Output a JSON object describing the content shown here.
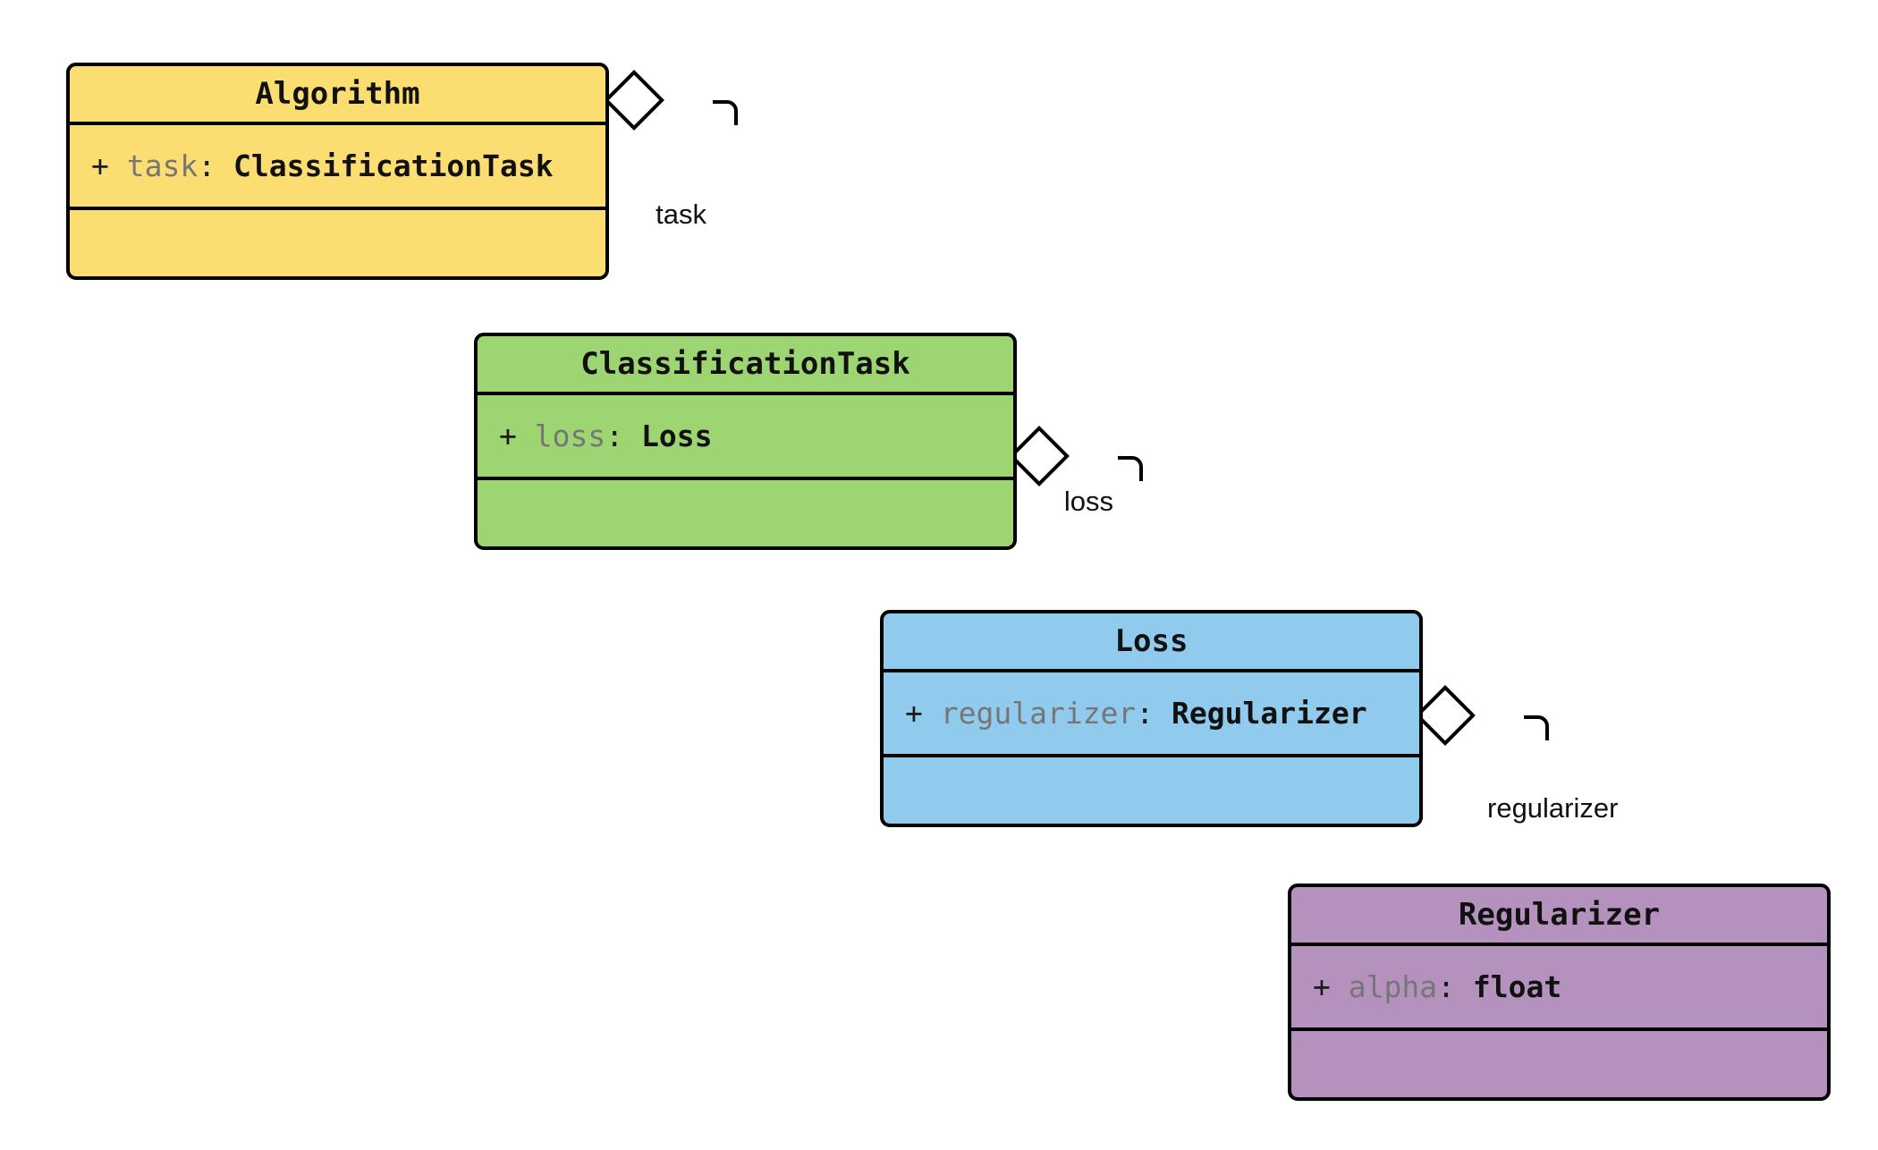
{
  "diagram": {
    "type": "uml-class-diagram",
    "background_color": "#ffffff",
    "border_color": "#000000",
    "classes": [
      {
        "id": "algorithm",
        "name": "Algorithm",
        "fill_color": "#FBDD72",
        "attributes": [
          {
            "visibility": "+",
            "name": "task",
            "separator": ":",
            "type": "ClassificationTask"
          }
        ],
        "operations": []
      },
      {
        "id": "classification-task",
        "name": "ClassificationTask",
        "fill_color": "#9DD573",
        "attributes": [
          {
            "visibility": "+",
            "name": "loss",
            "separator": ":",
            "type": "Loss"
          }
        ],
        "operations": []
      },
      {
        "id": "loss",
        "name": "Loss",
        "fill_color": "#90CBEE",
        "attributes": [
          {
            "visibility": "+",
            "name": "regularizer",
            "separator": ":",
            "type": "Regularizer"
          }
        ],
        "operations": []
      },
      {
        "id": "regularizer",
        "name": "Regularizer",
        "fill_color": "#B591BD",
        "attributes": [
          {
            "visibility": "+",
            "name": "alpha",
            "separator": ":",
            "type": "float"
          }
        ],
        "operations": []
      }
    ],
    "relations": [
      {
        "id": "algorithm-task",
        "kind": "aggregation",
        "from": "Algorithm",
        "to": "ClassificationTask",
        "label": "task"
      },
      {
        "id": "classificationtask-loss",
        "kind": "aggregation",
        "from": "ClassificationTask",
        "to": "Loss",
        "label": "loss"
      },
      {
        "id": "loss-regularizer",
        "kind": "aggregation",
        "from": "Loss",
        "to": "Regularizer",
        "label": "regularizer"
      }
    ]
  }
}
